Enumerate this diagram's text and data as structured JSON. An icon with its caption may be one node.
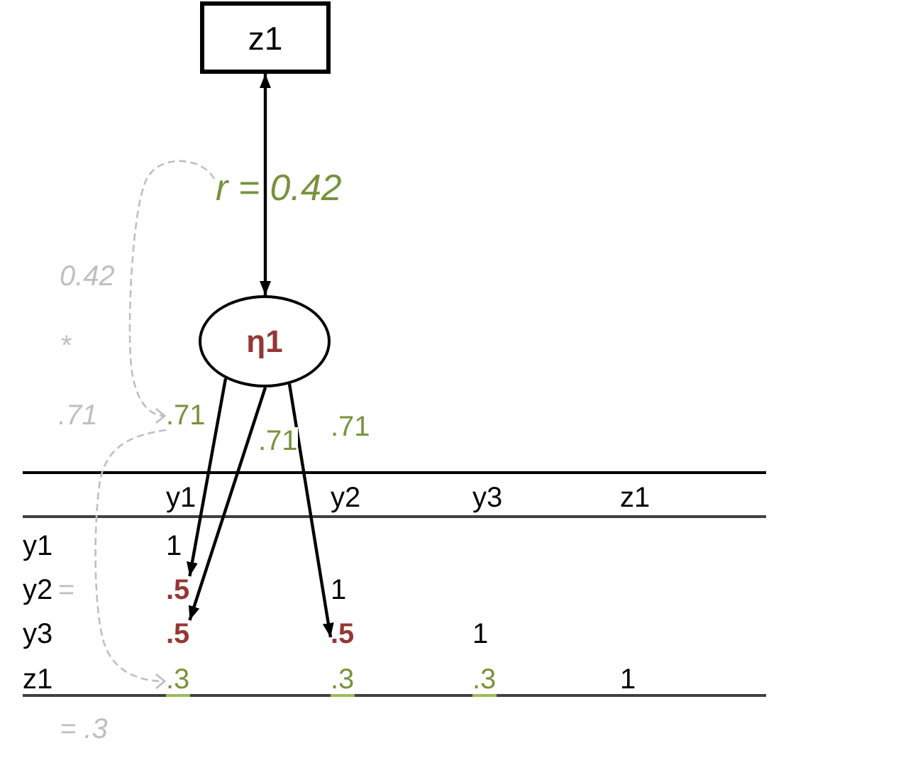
{
  "diagram": {
    "nodes": [
      {
        "text": [
          "z1"
        ]
      },
      {
        "text": [
          "r = 0.42"
        ]
      },
      {
        "text": [
          "η1"
        ]
      },
      {
        "text": [
          ".71"
        ]
      },
      {
        "text": [
          ".5"
        ]
      },
      {
        "text": [
          ".5"
        ]
      },
      {
        "text": [
          ".5"
        ]
      },
      {
        "text": [
          ".3"
        ]
      }
    ],
    "edges": [
      {
        "from": 0,
        "to": 2,
        "arrow": "both"
      },
      {
        "from": 2,
        "to": 4,
        "arrow": "to"
      },
      {
        "from": 2,
        "to": 5,
        "arrow": "to",
        "label": ".71"
      },
      {
        "from": 2,
        "to": 6,
        "arrow": "to",
        "label": ".71"
      },
      {
        "from": 1,
        "to": 3,
        "arrow": "to",
        "style": "dashed",
        "color": "#bfbfbf"
      },
      {
        "from": 3,
        "to": 7,
        "arrow": "to",
        "style": "dashed",
        "color": "#bfbfbf"
      }
    ],
    "labels": [
      "0.42",
      "*",
      ".71",
      "y1",
      "y2",
      "y3",
      "z1",
      "y1",
      "1",
      "y2",
      "=",
      "1",
      "y3",
      "1",
      "z1",
      ".3",
      ".3",
      "1",
      "= .3"
    ]
  }
}
